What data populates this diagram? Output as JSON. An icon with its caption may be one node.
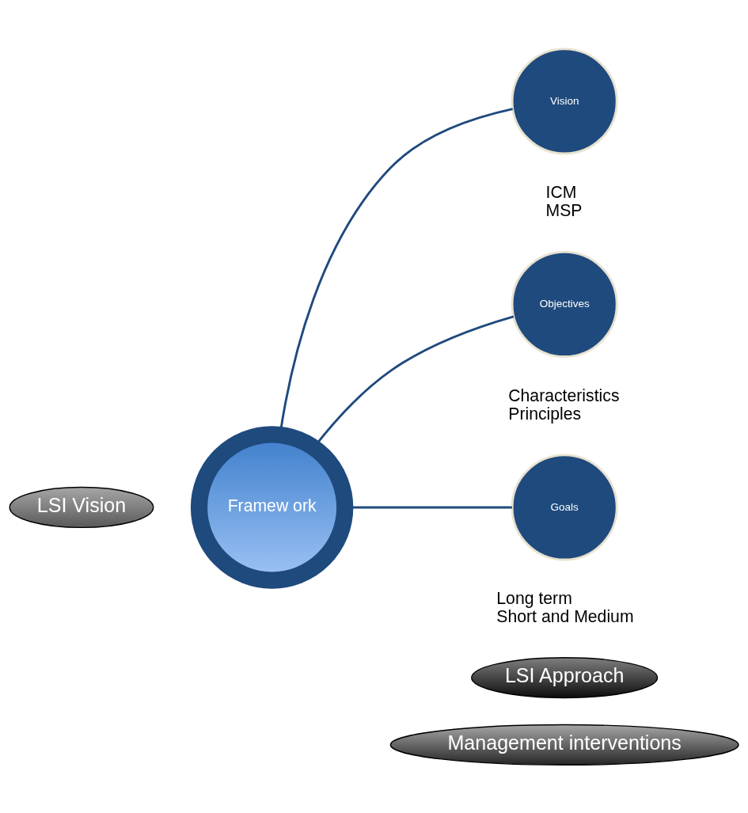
{
  "diagram": {
    "nodes": [
      {
        "text": [
          "LSI Vision"
        ]
      },
      {
        "text": [
          "Framew ork"
        ]
      },
      {
        "text": [
          "Vision"
        ],
        "beside": [
          "ICM",
          "MSP"
        ]
      },
      {
        "text": [
          "Objectives"
        ],
        "beside": [
          "Characteristics",
          "Principles"
        ]
      },
      {
        "text": [
          "Goals"
        ],
        "beside": [
          "Long term",
          "Short and Medium"
        ]
      },
      {
        "text": [
          "LSI Approach"
        ]
      },
      {
        "text": [
          "Management interventions"
        ]
      }
    ],
    "edges": [
      {
        "from": 1,
        "to": 2,
        "arrow": "none"
      },
      {
        "from": 1,
        "to": 3,
        "arrow": "none"
      },
      {
        "from": 1,
        "to": 4,
        "arrow": "none"
      }
    ]
  }
}
